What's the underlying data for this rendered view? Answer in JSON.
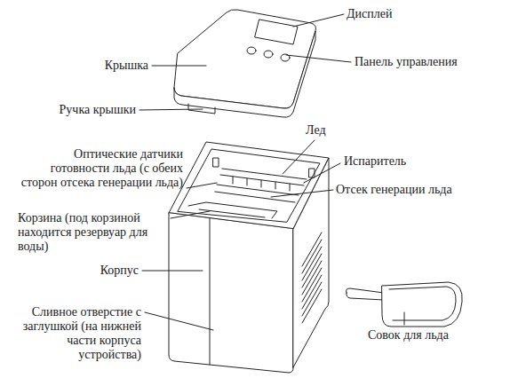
{
  "diagram": {
    "labels": [
      "Дисплей",
      "Крышка",
      "Панель управления",
      "Ручка крышки",
      "Лед",
      "Оптические датчики готовности льда (с обеих сторон отсека генерации льда)",
      "Испаритель",
      "Отсек генерации льда",
      "Корзина (под корзиной находится резервуар для воды)",
      "Корпус",
      "Сливное отверстие с заглушкой (на нижней части корпуса устройства)",
      "Совок для льда"
    ]
  }
}
